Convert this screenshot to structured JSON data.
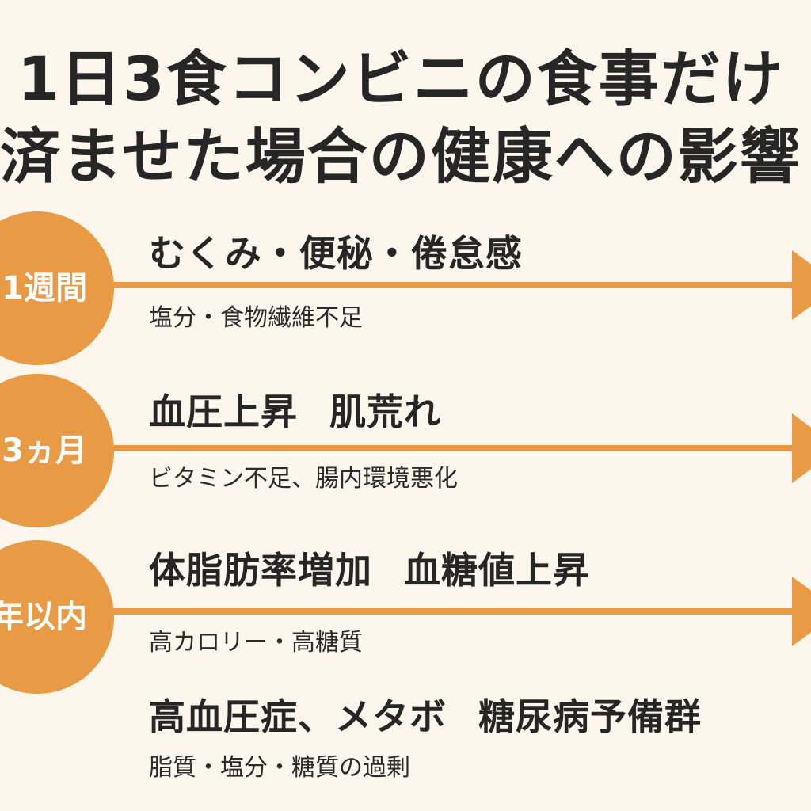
{
  "title": {
    "line1": "1日3食コンビニの食事だけ",
    "line2": "済ませた場合の健康への影響"
  },
  "timeline": [
    {
      "period": "1週間",
      "effects": [
        "むくみ・便秘・倦怠感"
      ],
      "cause": "塩分・食物繊維不足"
    },
    {
      "period": "~3ヵ月",
      "effects": [
        "血圧上昇",
        "肌荒れ"
      ],
      "cause": "ビタミン不足、腸内環境悪化"
    },
    {
      "period": "年以内",
      "effects": [
        "体脂肪率増加",
        "血糖値上昇"
      ],
      "cause": "高カロリー・高糖質"
    },
    {
      "effects": [
        "高血圧症、メタボ",
        "糖尿病予備群"
      ],
      "cause": "脂質・塩分・糖質の過剰"
    }
  ],
  "colors": {
    "background": "#fcf6ec",
    "accent": "#e99a45",
    "text": "#262626"
  }
}
